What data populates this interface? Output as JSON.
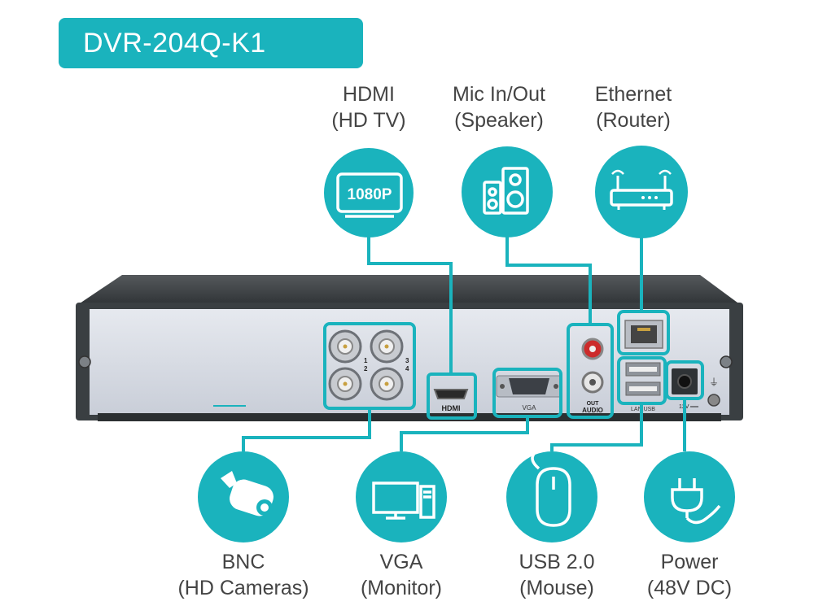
{
  "model": "DVR-204Q-K1",
  "top_ports": [
    {
      "name": "HDMI",
      "sub": "(HD TV)",
      "icon": "tv-1080p-icon",
      "icon_text": "1080P"
    },
    {
      "name": "Mic In/Out",
      "sub": "(Speaker)",
      "icon": "speaker-icon"
    },
    {
      "name": "Ethernet",
      "sub": "(Router)",
      "icon": "router-icon"
    }
  ],
  "bottom_ports": [
    {
      "name": "BNC",
      "sub": "(HD Cameras)",
      "icon": "camera-icon"
    },
    {
      "name": "VGA",
      "sub": "(Monitor)",
      "icon": "monitor-icon"
    },
    {
      "name": "USB 2.0",
      "sub": "(Mouse)",
      "icon": "mouse-icon"
    },
    {
      "name": "Power",
      "sub": "(48V DC)",
      "icon": "plug-icon"
    }
  ],
  "panel_labels": {
    "hdmi": "HDMI",
    "vga": "VGA",
    "audio_top": "OUT",
    "audio": "AUDIO",
    "lan_usb": "LAN USB",
    "power": "12V",
    "bnc_1": "1",
    "bnc_2": "2",
    "bnc_3": "3",
    "bnc_4": "4"
  },
  "colors": {
    "accent": "#1ab3bd",
    "chassis": "#3f4447",
    "panel": "#d9dde6"
  }
}
